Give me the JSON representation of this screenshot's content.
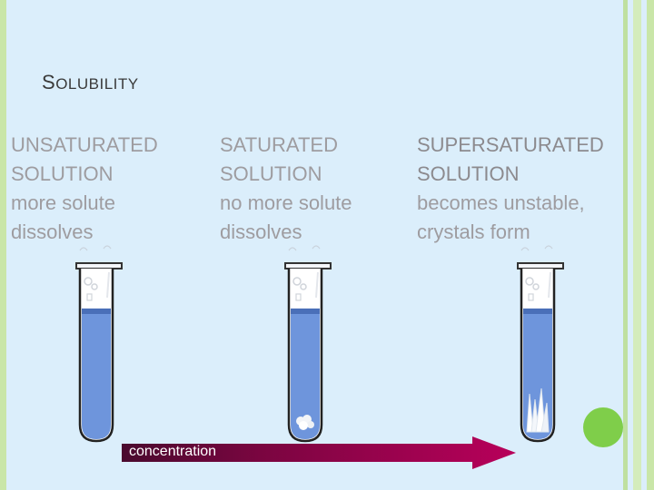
{
  "slide": {
    "title_first": "S",
    "title_rest": "OLUBILITY",
    "columns": [
      {
        "heading1": "UNSATURATED",
        "heading2": "SOLUTION",
        "desc1": "more solute",
        "desc2": "dissolves"
      },
      {
        "heading1": "SATURATED",
        "heading2": "SOLUTION",
        "desc1": "no more solute",
        "desc2": "dissolves"
      },
      {
        "heading1": "SUPERSATURATED",
        "heading2": "SOLUTION",
        "desc1": "becomes unstable,",
        "desc2": "crystals form"
      }
    ],
    "arrow_label": "concentration"
  },
  "colors": {
    "background": "#dbeefb",
    "frame_green": "#c9e6a8",
    "solution_blue": "#6e95dc",
    "arrow_magenta": "#a3004f",
    "dot_green": "#7fce4a"
  },
  "icons": [
    "test-tube-icon",
    "crystal-icon",
    "arrow-icon",
    "green-circle-icon"
  ]
}
